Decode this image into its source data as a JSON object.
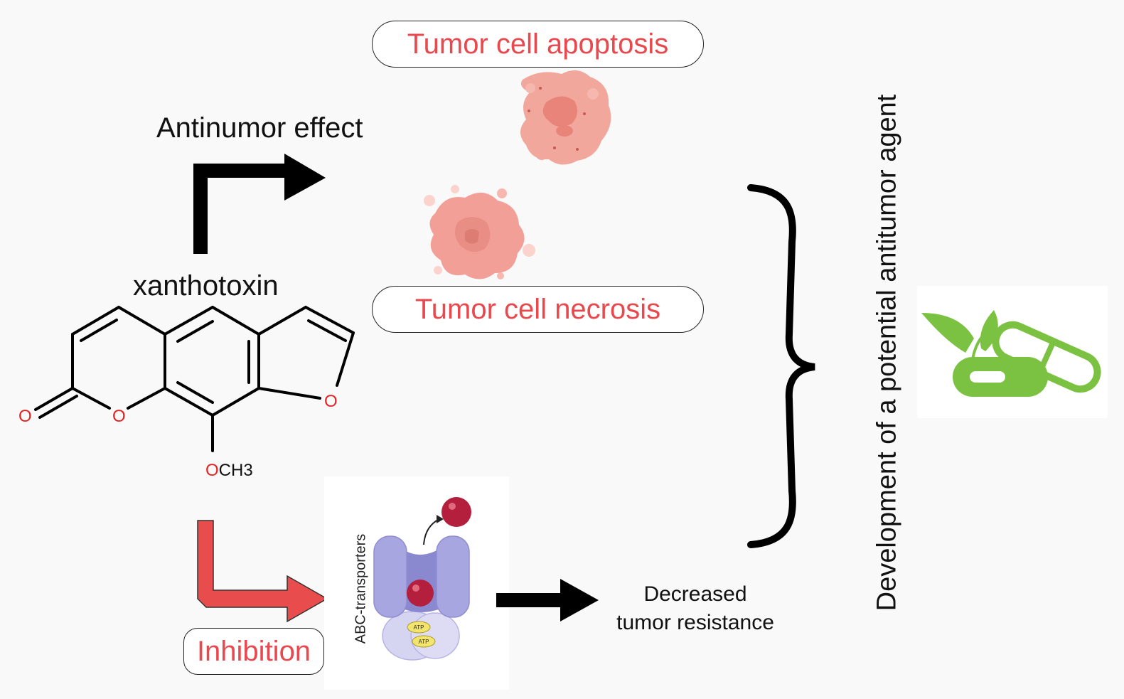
{
  "apoptosis_label": "Tumor cell apoptosis",
  "necrosis_label": "Tumor cell necrosis",
  "effect_label": "Antinumor effect",
  "compound_name": "xanthotoxin",
  "structure": {
    "carbonyl_oxygen": "O",
    "ring_oxygen": "O",
    "furan_oxygen": "O",
    "methoxy_o": "O",
    "methoxy_group": "CH3"
  },
  "inhibition_label": "Inhibition",
  "transporter_label": "ABC-transporters",
  "atp_label_1": "ATP",
  "atp_label_2": "ATP",
  "outcome_line1": "Decreased",
  "outcome_line2": "tumor resistance",
  "conclusion_label": "Development of a potential antitumor agent",
  "colors": {
    "highlight_text": "#e8494e",
    "inhibition_arrow": "#e84c4c",
    "arrow_black": "#000000",
    "cell_fill": "#f0a39a",
    "transporter": "#a8a6e0",
    "drug_green": "#7cc242"
  },
  "icons": [
    "apoptotic-cell-icon",
    "necrotic-cell-icon",
    "abc-transporter-icon",
    "drug-pill-leaf-icon"
  ]
}
